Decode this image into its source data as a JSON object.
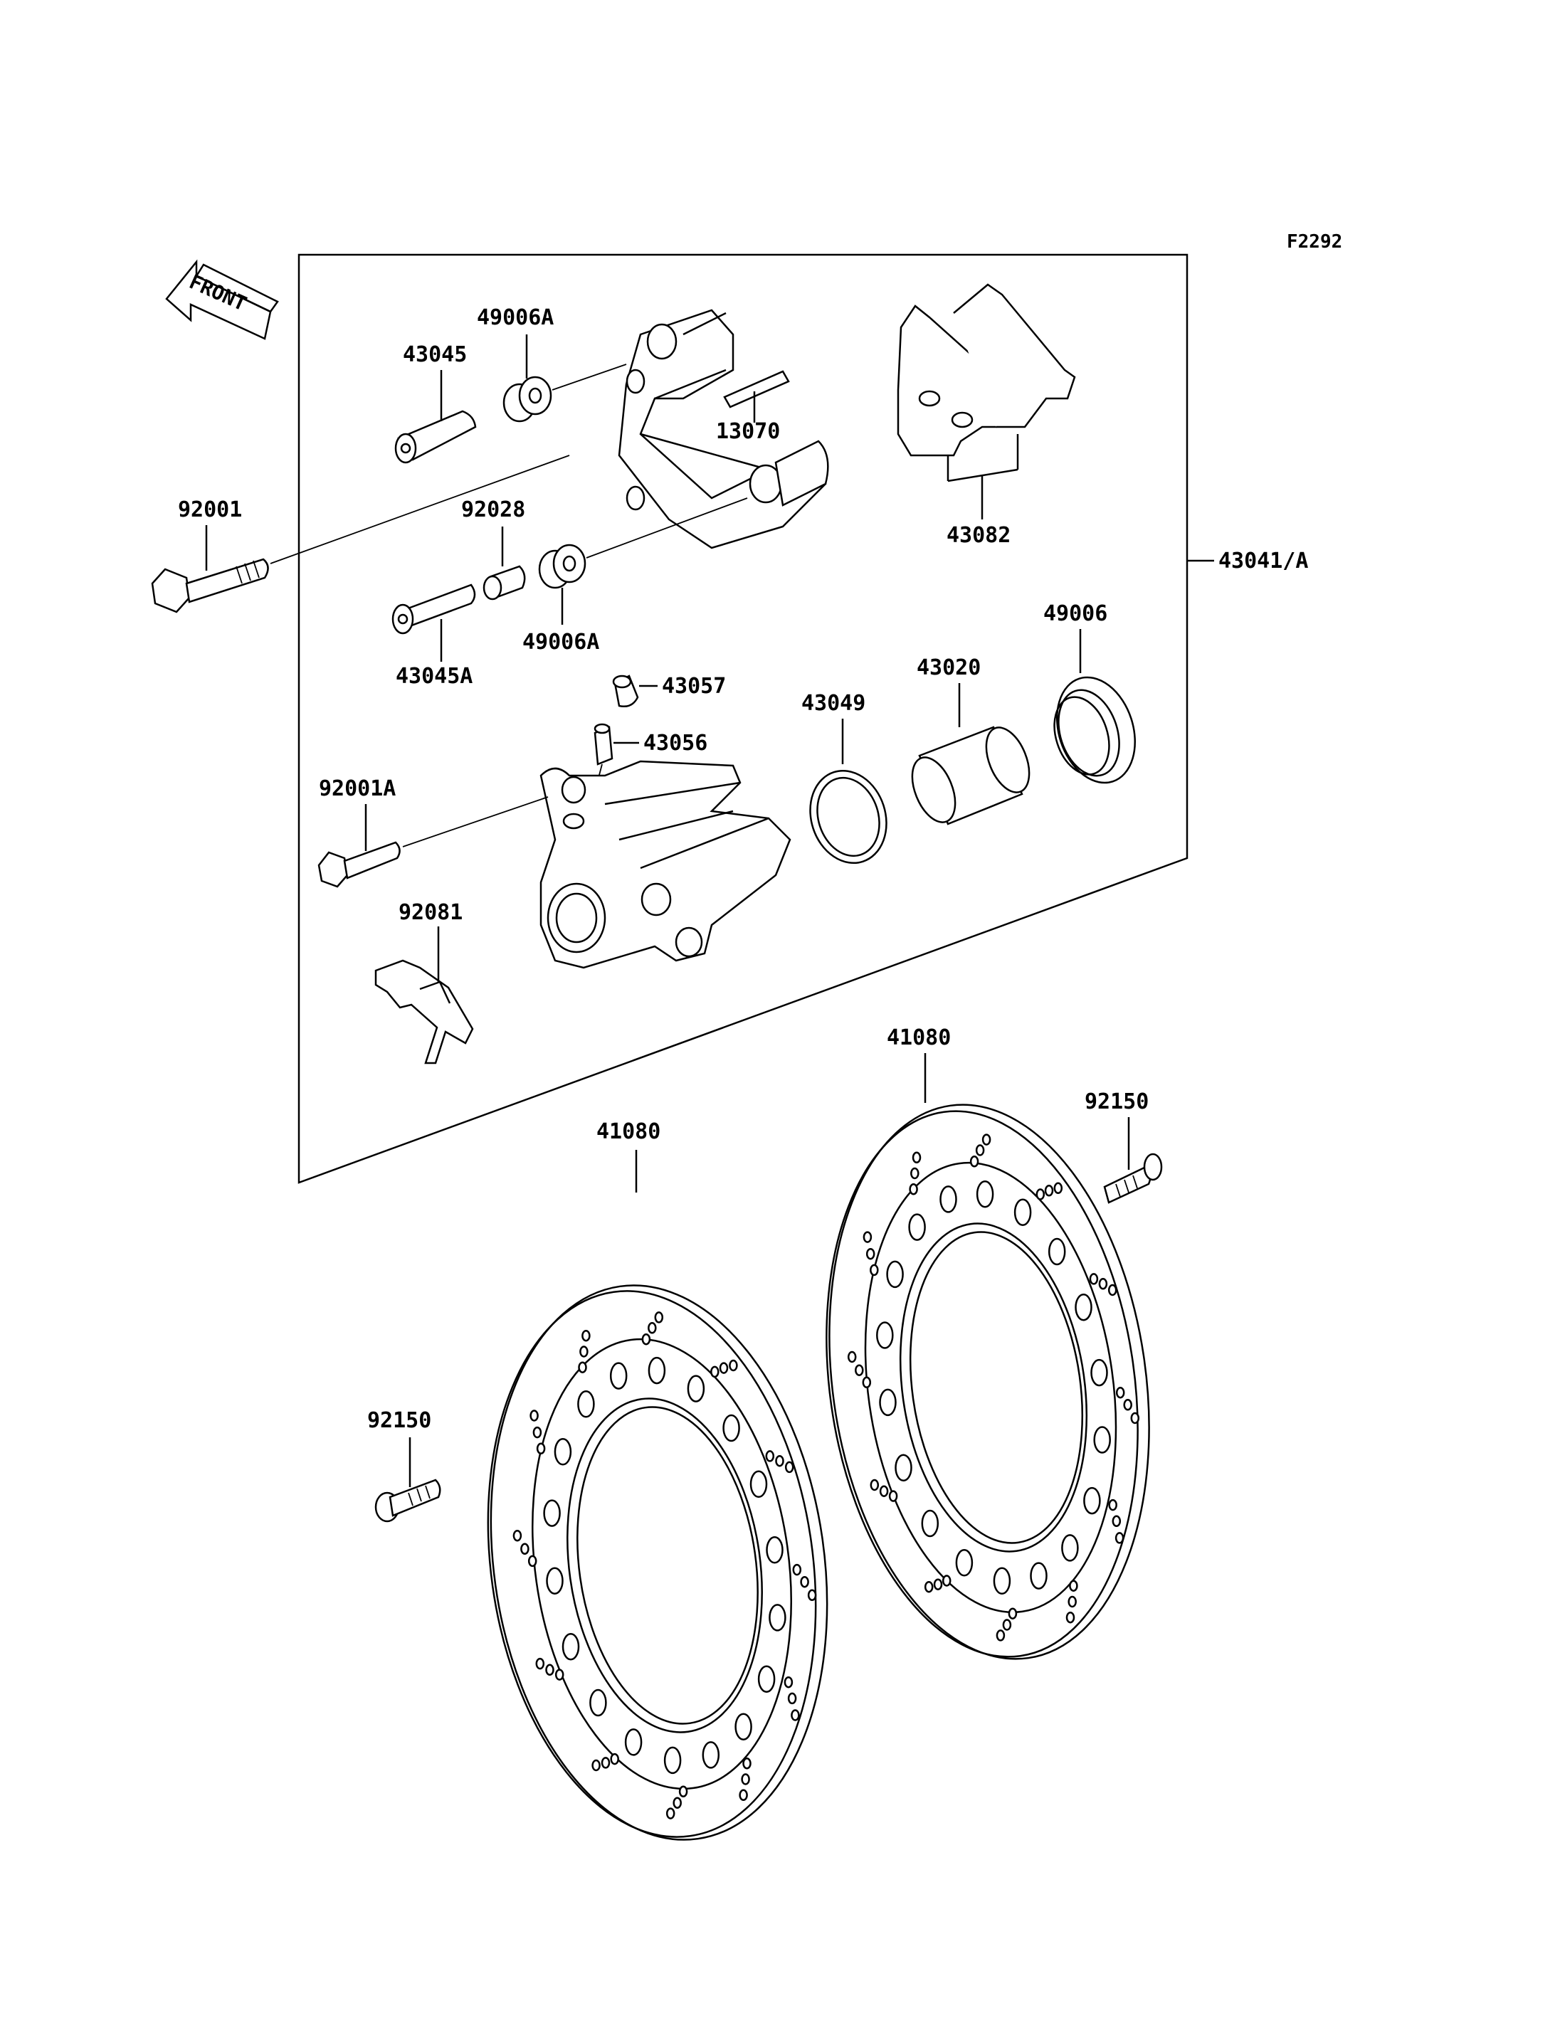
{
  "figure_code": "F2292",
  "front_arrow": {
    "text": "FRONT"
  },
  "labels": [
    {
      "id": "label-43045",
      "text": "43045"
    },
    {
      "id": "label-49006A-top",
      "text": "49006A"
    },
    {
      "id": "label-13070",
      "text": "13070"
    },
    {
      "id": "label-43082",
      "text": "43082"
    },
    {
      "id": "label-92001",
      "text": "92001"
    },
    {
      "id": "label-92028",
      "text": "92028"
    },
    {
      "id": "label-43041A",
      "text": "43041/A"
    },
    {
      "id": "label-49006A-bottom",
      "text": "49006A"
    },
    {
      "id": "label-43045A",
      "text": "43045A"
    },
    {
      "id": "label-43057",
      "text": "43057"
    },
    {
      "id": "label-43020",
      "text": "43020"
    },
    {
      "id": "label-49006",
      "text": "49006"
    },
    {
      "id": "label-43049",
      "text": "43049"
    },
    {
      "id": "label-43056",
      "text": "43056"
    },
    {
      "id": "label-92001A",
      "text": "92001A"
    },
    {
      "id": "label-92081",
      "text": "92081"
    },
    {
      "id": "label-41080-right",
      "text": "41080"
    },
    {
      "id": "label-92150-right",
      "text": "92150"
    },
    {
      "id": "label-41080-left",
      "text": "41080"
    },
    {
      "id": "label-92150-left",
      "text": "92150"
    }
  ]
}
